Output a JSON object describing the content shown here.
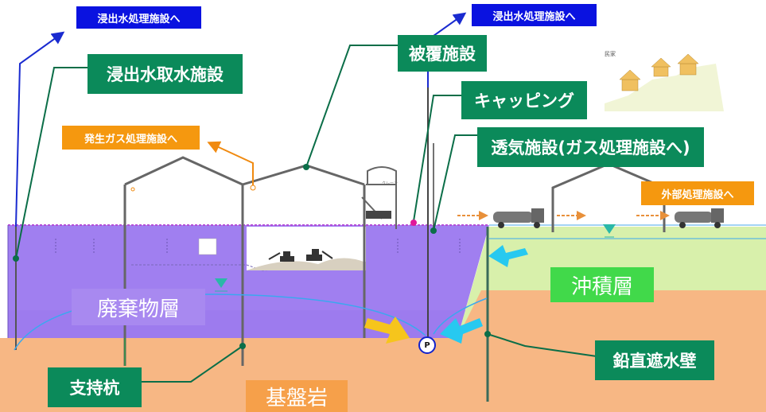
{
  "labels": {
    "leachate_to_treatment_left": "浸出水処理施設へ",
    "leachate_to_treatment_right": "浸出水処理施設へ",
    "leachate_intake": "浸出水取水施設",
    "cover_facility": "被覆施設",
    "capping": "キャッピング",
    "gas_to_treatment": "発生ガス処理施設へ",
    "ventilation": "透気施設(ガス処理施設へ)",
    "external_treatment": "外部処理施設へ",
    "waste_layer": "廃棄物層",
    "alluvial_layer": "沖積層",
    "vertical_barrier": "鉛直遮水壁",
    "support_pile": "支持杭",
    "bedrock": "基盤岩",
    "pump": "P",
    "houses": "民家"
  },
  "colors": {
    "label_green": "#0b8a5a",
    "label_blue": "#0a12e0",
    "label_orange": "#f5980f",
    "waste_purple": "#a07ff0",
    "alluvial_green": "#d6f0a8",
    "bedrock_orange": "#f7b784"
  }
}
